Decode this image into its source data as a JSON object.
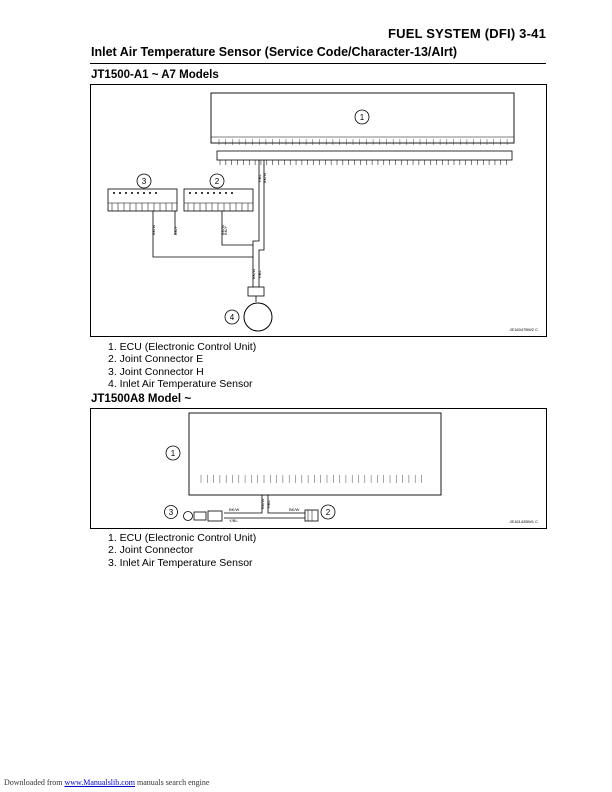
{
  "header": {
    "title": "FUEL SYSTEM (DFI) 3-41"
  },
  "section": {
    "title": "Inlet Air Temperature Sensor (Service Code/Character-13/AIrt)"
  },
  "figure1": {
    "model_title": "JT1500-A1 ~ A7 Models",
    "figure_code": "JE16047BW2 C",
    "callouts": [
      "1",
      "2",
      "3",
      "4"
    ],
    "wire_labels": [
      "Y/BL",
      "BK/W",
      "BK/W",
      "BK/Y",
      "BK/W",
      "BK/Y",
      "BK/W",
      "Y/BL"
    ],
    "legend": [
      "1. ECU (Electronic Control Unit)",
      "2. Joint Connector E",
      "3. Joint Connector H",
      "4. Inlet Air Temperature Sensor"
    ]
  },
  "figure2": {
    "model_title": "JT1500A8 Model ~",
    "figure_code": "JE16142BW1 C",
    "callouts": [
      "1",
      "2",
      "3"
    ],
    "wire_labels": [
      "BK/W",
      "Y/BL",
      "BK/W",
      "Y/BL",
      "BK/W"
    ],
    "legend": [
      "1. ECU (Electronic Control Unit)",
      "2. Joint Connector",
      "3. Inlet Air Temperature Sensor"
    ]
  },
  "footer": {
    "prefix": "Downloaded from ",
    "link": "www.Manualslib.com",
    "suffix": " manuals search engine"
  }
}
